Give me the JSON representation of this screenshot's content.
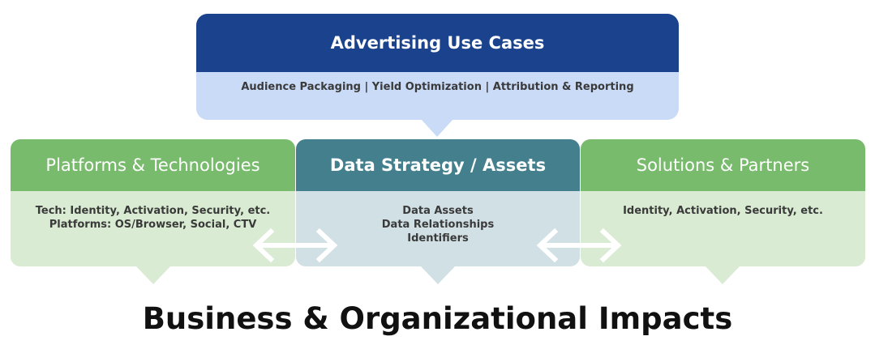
{
  "top": {
    "title": "Advertising Use Cases",
    "subtitle": "Audience Packaging | Yield Optimization | Attribution & Reporting"
  },
  "columns": {
    "left": {
      "title": "Platforms & Technologies",
      "lines": [
        "Tech: Identity, Activation, Security, etc.",
        "Platforms: OS/Browser, Social, CTV"
      ]
    },
    "center": {
      "title": "Data Strategy / Assets",
      "lines": [
        "Data Assets",
        "Data Relationships",
        "Identifiers"
      ]
    },
    "right": {
      "title": "Solutions & Partners",
      "lines": [
        "Identity, Activation, Security, etc."
      ]
    }
  },
  "bottom": {
    "title": "Business & Organizational Impacts"
  },
  "colors": {
    "top_header": "#1b438d",
    "top_body": "#c9dbf7",
    "green_header": "#78bb6c",
    "green_body": "#d9ebd2",
    "teal_header": "#437f8c",
    "teal_body": "#d0e0e4"
  },
  "icons": [
    "double-arrow-icon",
    "double-arrow-icon"
  ]
}
